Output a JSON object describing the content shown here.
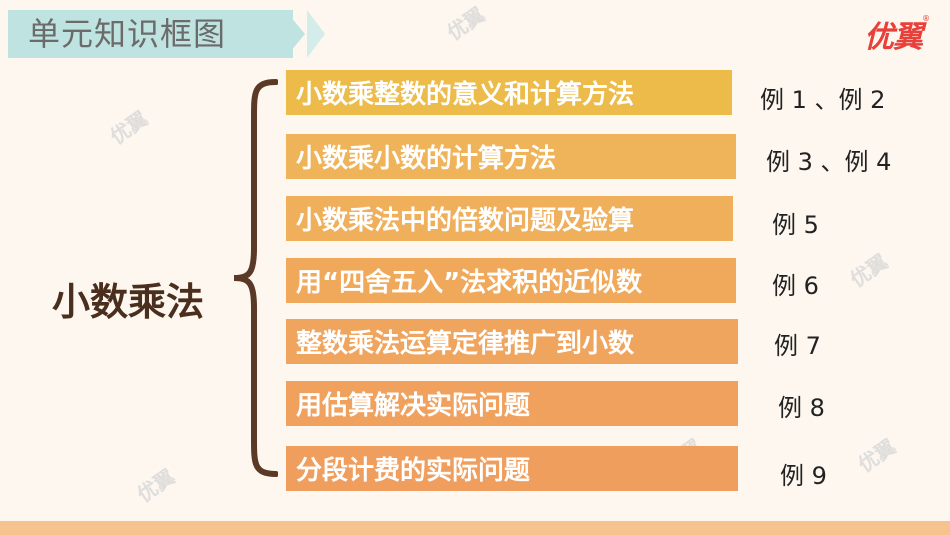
{
  "title": "单元知识框图",
  "logo": "优翼",
  "watermark": "优翼",
  "main_topic": "小数乘法",
  "rows": [
    {
      "label": "小数乘整数的意义和计算方法",
      "example": "例 1 、例 2",
      "color": "#ecbb4a"
    },
    {
      "label": "小数乘小数的计算方法",
      "example": "例 3 、例 4",
      "color": "#efb459"
    },
    {
      "label": "小数乘法中的倍数问题及验算",
      "example": "例 5",
      "color": "#efaf5b"
    },
    {
      "label": "用“四舍五入”法求积的近似数",
      "example": "例 6",
      "color": "#f0a95b"
    },
    {
      "label": "整数乘法运算定律推广到小数",
      "example": "例 7",
      "color": "#f0a55e"
    },
    {
      "label": "用估算解决实际问题",
      "example": "例 8",
      "color": "#f0a15e"
    },
    {
      "label": "分段计费的实际问题",
      "example": "例 9",
      "color": "#f09e5e"
    }
  ],
  "colors": {
    "brace": "#5a3a26",
    "title_banner": "#bfe3e0",
    "footer": "#f6c38f"
  }
}
